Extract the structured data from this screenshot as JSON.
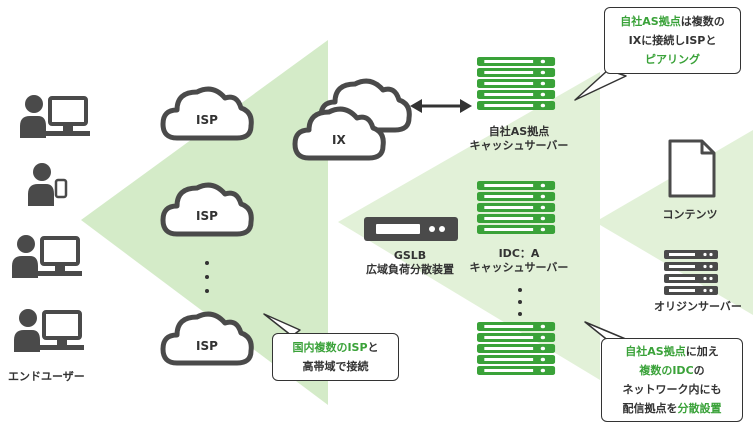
{
  "colors": {
    "beam": "#d4ebc8",
    "beam_dark": "#c3e1b2",
    "accent_green": "#3aa239",
    "server_gray": "#4a4a4a",
    "text": "#333333"
  },
  "icons": {
    "users": [
      "user-desktop-icon",
      "user-smartphone-icon",
      "user-desktop-icon",
      "user-desktop-icon"
    ],
    "clouds": [
      "cloud-icon",
      "cloud-icon",
      "cloud-icon",
      "cloud-icon"
    ],
    "servers": [
      "server-rack-icon",
      "server-rack-icon",
      "server-rack-icon",
      "server-rack-icon"
    ],
    "device": "load-balancer-icon",
    "document": "document-icon",
    "arrow": "double-arrow-icon"
  },
  "labels": {
    "end_user": "エンドユーザー",
    "isp": "ISP",
    "ix": "IX",
    "own_as_cache_line1": "自社AS拠点",
    "own_as_cache_line2": "キャッシュサーバー",
    "idc_cache_line1": "IDC：A",
    "idc_cache_line2": "キャッシュサーバー",
    "gslb_line1": "GSLB",
    "gslb_line2": "広域負荷分散装置",
    "contents": "コンテンツ",
    "origin_server": "オリジンサーバー"
  },
  "callouts": {
    "top": {
      "line1_hl": "自社AS拠点",
      "line1_rest": "は複数の",
      "line2": "IXに接続しISPと",
      "line3_hl": "ピアリング"
    },
    "middle": {
      "line1_hl": "国内複数のISP",
      "line1_rest": "と",
      "line2": "高帯域で接続"
    },
    "bottom": {
      "line1_hl": "自社AS拠点",
      "line1_rest": "に加え",
      "line2_hl": "複数のIDC",
      "line2_rest": "の",
      "line3": "ネットワーク内にも",
      "line4_pre": "配信拠点を",
      "line4_hl": "分散設置"
    }
  }
}
